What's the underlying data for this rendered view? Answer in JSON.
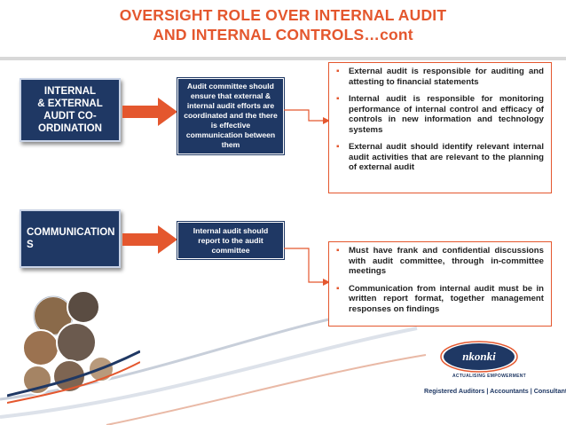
{
  "title": {
    "line1": "OVERSIGHT ROLE OVER INTERNAL AUDIT",
    "line2": "AND INTERNAL CONTROLS…cont"
  },
  "rows": [
    {
      "label": "INTERNAL & EXTERNAL AUDIT CO-ORDINATION",
      "label_lines": [
        "INTERNAL",
        "& EXTERNAL",
        "AUDIT CO-",
        "ORDINATION"
      ],
      "middle": "Audit committee should ensure that external & internal audit efforts are coordinated and the there is effective communication between them",
      "bullets": [
        "External audit is responsible for auditing and attesting to financial statements",
        "Internal audit is responsible for monitoring performance of internal control and efficacy of controls in new information and technology systems",
        "External audit should identify relevant internal audit activities that are relevant to the planning of external audit"
      ]
    },
    {
      "label": "COMMUNICATIONS",
      "label_lines": [
        "COMMUNICATION",
        "S"
      ],
      "middle": "Internal audit should report to the audit committee",
      "bullets": [
        "Must have frank and confidential discussions with audit committee, through in-committee meetings",
        "Communication from internal audit must be in written report format, together management responses on findings"
      ]
    }
  ],
  "logo": {
    "brand": "nkonki",
    "slogan": "ACTUALISING EMPOWERMENT",
    "tagline": "Registered Auditors | Accountants | Consultants"
  },
  "colors": {
    "title": "#e4572e",
    "box": "#1f3864",
    "arrow": "#e4572e",
    "accent": "#e4572e"
  }
}
